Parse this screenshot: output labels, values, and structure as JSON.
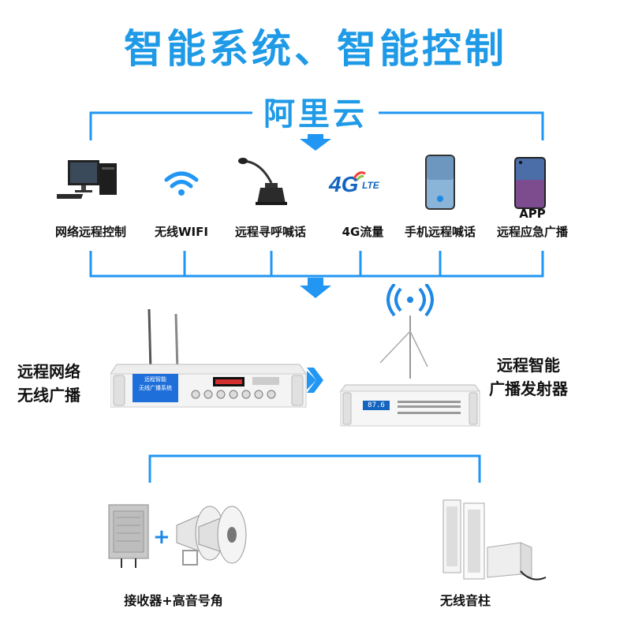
{
  "title": "智能系统、智能控制",
  "cloud_label": "阿里云",
  "devices": [
    {
      "label": "网络远程控制",
      "icon": "computer-icon"
    },
    {
      "label": "无线WIFI",
      "icon": "wifi-icon"
    },
    {
      "label": "远程寻呼喊话",
      "icon": "microphone-icon"
    },
    {
      "label": "4G流量",
      "icon": "4g-lte-icon",
      "icon_text": "4G",
      "icon_subtext": "LTE"
    },
    {
      "label": "手机远程喊话",
      "icon": "smartphone-icon"
    },
    {
      "label_top": "APP",
      "label": "远程应急广播",
      "icon": "android-phone-icon"
    }
  ],
  "left_device": {
    "label_line1": "远程网络",
    "label_line2": "无线广播",
    "screen_line1": "远程智能",
    "screen_line2": "无线广播系统"
  },
  "right_device": {
    "label_line1": "远程智能",
    "label_line2": "广播发射器",
    "display_text": "87.6"
  },
  "receivers": [
    {
      "label": "接收器+高音号角",
      "plus": "+"
    },
    {
      "label": "无线音柱"
    }
  ],
  "colors": {
    "accent": "#1e9ae6",
    "line": "#2196f3"
  }
}
